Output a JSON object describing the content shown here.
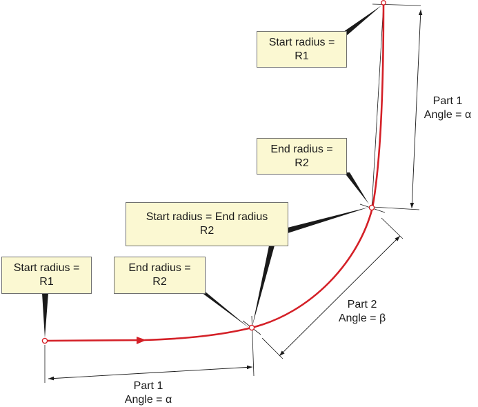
{
  "callouts": {
    "top_start": {
      "line1": "Start radius =",
      "line2": "R1"
    },
    "top_end": {
      "line1": "End radius =",
      "line2": "R2"
    },
    "middle_transition": {
      "line1": "Start radius = End radius",
      "line2": "R2"
    },
    "bottom_start": {
      "line1": "Start radius =",
      "line2": "R1"
    },
    "bottom_end": {
      "line1": "End radius =",
      "line2": "R2"
    }
  },
  "dimensions": {
    "vertical_part1": {
      "line1": "Part 1",
      "line2": "Angle = α"
    },
    "diagonal_part2": {
      "line1": "Part 2",
      "line2": "Angle = β"
    },
    "horizontal_part1": {
      "line1": "Part 1",
      "line2": "Angle = α"
    }
  },
  "colors": {
    "curve": "#d42027",
    "callout_fill": "#fbf8d2",
    "callout_border": "#6f6f6f",
    "pointer": "#1a1a1a",
    "dimension": "#1a1a1a"
  }
}
